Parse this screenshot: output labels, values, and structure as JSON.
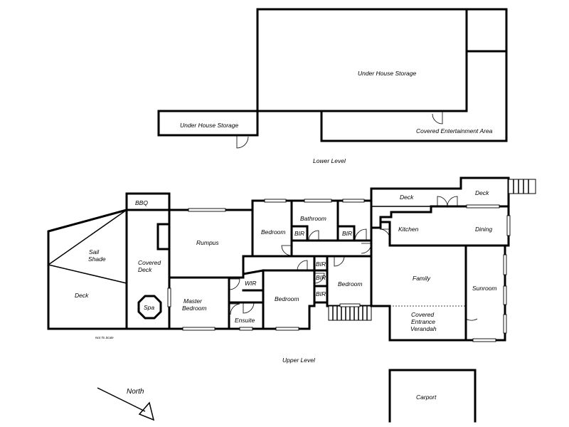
{
  "levels": {
    "lower": "Lower Level",
    "upper": "Upper Level"
  },
  "rooms": {
    "under_house_storage_large": "Under House Storage",
    "under_house_storage_small": "Under House Storage",
    "covered_entertainment_area": "Covered Entertainment Area",
    "bbq": "BBQ",
    "sail_shade": [
      "Sail",
      "Shade"
    ],
    "deck_left": "Deck",
    "covered_deck": [
      "Covered",
      "Deck"
    ],
    "spa": "Spa",
    "rumpus": "Rumpus",
    "master_bedroom": [
      "Master",
      "Bedroom"
    ],
    "wir": "WIR",
    "ensuite": "Ensuite",
    "bedroom_1": "Bedroom",
    "bathroom": "Bathroom",
    "bir_1": "BIR",
    "bir_2": "BIR",
    "bedroom_2": "Bedroom",
    "bir_3": "BIR",
    "bir_4": "BIR",
    "bir_5": "BIR",
    "bedroom_3": "Bedroom",
    "deck_top_1": "Deck",
    "deck_top_2": "Deck",
    "kitchen": "Kitchen",
    "dining": "Dining",
    "family": "Family",
    "sunroom": "Sunroom",
    "covered_entrance_verandah": [
      "Covered",
      "Entrance",
      "Verandah"
    ],
    "carport": "Carport"
  },
  "notes": {
    "scale": "Not To Scale",
    "north": "North"
  }
}
